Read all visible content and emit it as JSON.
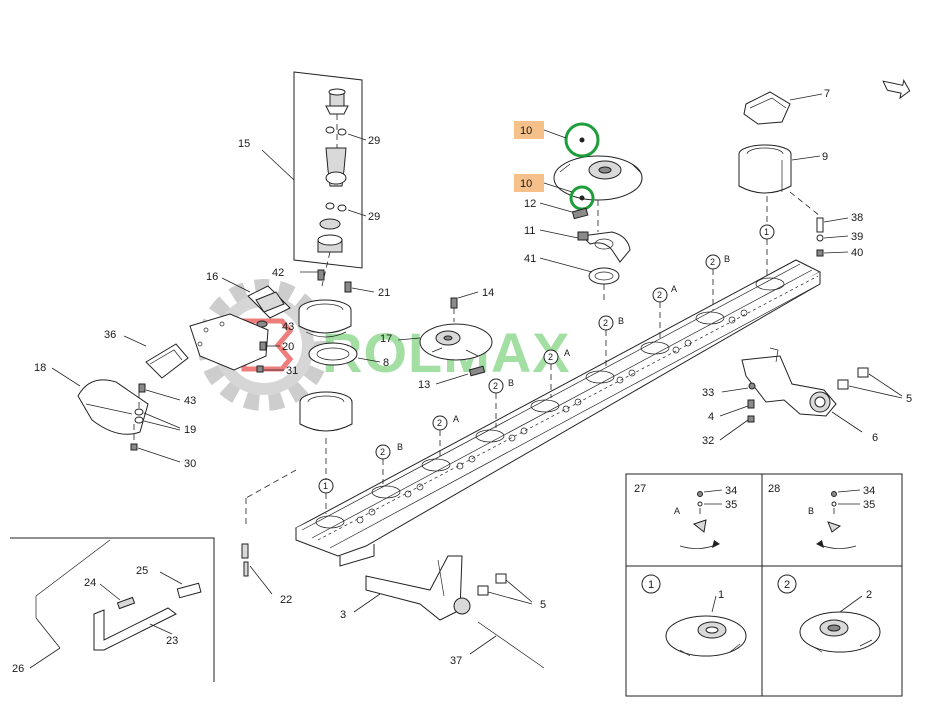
{
  "watermark": {
    "text": "ROLMAX",
    "color": "#7fd37f",
    "gear_color": "#c8c8c8",
    "accent": "#e53935"
  },
  "highlight": {
    "fill": "#f5c089",
    "circle_color": "#1e9e3a"
  },
  "callouts": {
    "n1": "1",
    "n2": "2",
    "n3": "3",
    "n4": "4",
    "n5": "5",
    "n6": "6",
    "n7": "7",
    "n8": "8",
    "n9": "9",
    "n10a": "10",
    "n10b": "10",
    "n11": "11",
    "n12": "12",
    "n13": "13",
    "n14": "14",
    "n15": "15",
    "n16": "16",
    "n17": "17",
    "n18": "18",
    "n19": "19",
    "n20": "20",
    "n21": "21",
    "n22": "22",
    "n23": "23",
    "n24": "24",
    "n25": "25",
    "n26": "26",
    "n27": "27",
    "n28": "28",
    "n29a": "29",
    "n29b": "29",
    "n30": "30",
    "n31": "31",
    "n32": "32",
    "n33": "33",
    "n34a": "34",
    "n34b": "34",
    "n35a": "35",
    "n35b": "35",
    "n36": "36",
    "n37": "37",
    "n38": "38",
    "n39": "39",
    "n40": "40",
    "n41": "41",
    "n42": "42",
    "n43a": "43",
    "n43b": "43",
    "n5b": "5",
    "p1": "1",
    "p2": "2"
  },
  "positions": {
    "c1_top": "1",
    "c2_b1": "2",
    "c2_a1": "2",
    "c2_b2": "2",
    "c2_a2": "2",
    "c2_b3": "2",
    "c2_a3": "2",
    "c2_b4": "2",
    "c1_bottom": "1",
    "letter_B1": "B",
    "letter_A1": "A",
    "letter_B2": "B",
    "letter_A2": "A",
    "letter_B3": "B",
    "letter_A3": "A",
    "letter_B4": "B",
    "letter_A4": "A",
    "letter_B5": "B"
  },
  "inset_boxes": {
    "box27": {
      "title": "27",
      "letter": "A",
      "a": "34",
      "b": "35"
    },
    "box28": {
      "title": "28",
      "letter": "B",
      "a": "34",
      "b": "35"
    },
    "box1": {
      "badge": "1",
      "label": "1"
    },
    "box2": {
      "badge": "2",
      "label": "2"
    }
  }
}
